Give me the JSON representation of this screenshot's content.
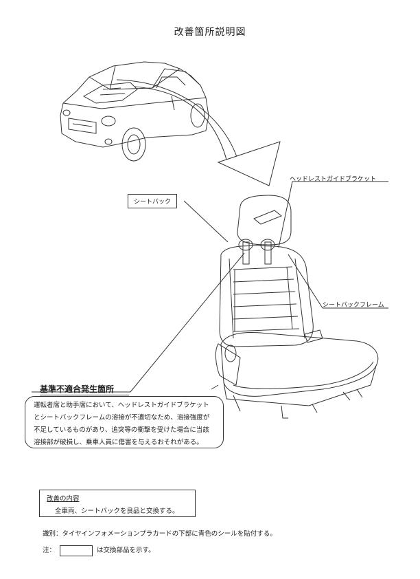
{
  "title": "改善箇所説明図",
  "labels": {
    "headrest_guide_bracket": "ヘッドレストガイドブラケット",
    "seat_back": "シートバック",
    "seat_back_frame": "シートバックフレーム"
  },
  "nonconformity": {
    "heading": "基準不適合発生箇所",
    "lines": [
      "運転者席と助手席において、ヘッドレストガイドブラケット",
      "とシートバックフレームの溶接が不適切なため、溶接強度が",
      "不足しているものがあり、追突等の衝撃を受けた場合に当該",
      "溶接部が破損し、乗車人員に傷害を与えるおそれがある。"
    ]
  },
  "improvement": {
    "heading": "改善の内容",
    "body": "全車両、シートバックを良品と交換する。"
  },
  "identification": "識別：タイヤインフォメーションプラカードの下部に青色のシールを貼付する。",
  "note": {
    "prefix": "注：",
    "suffix": "は交換部品を示す。"
  }
}
